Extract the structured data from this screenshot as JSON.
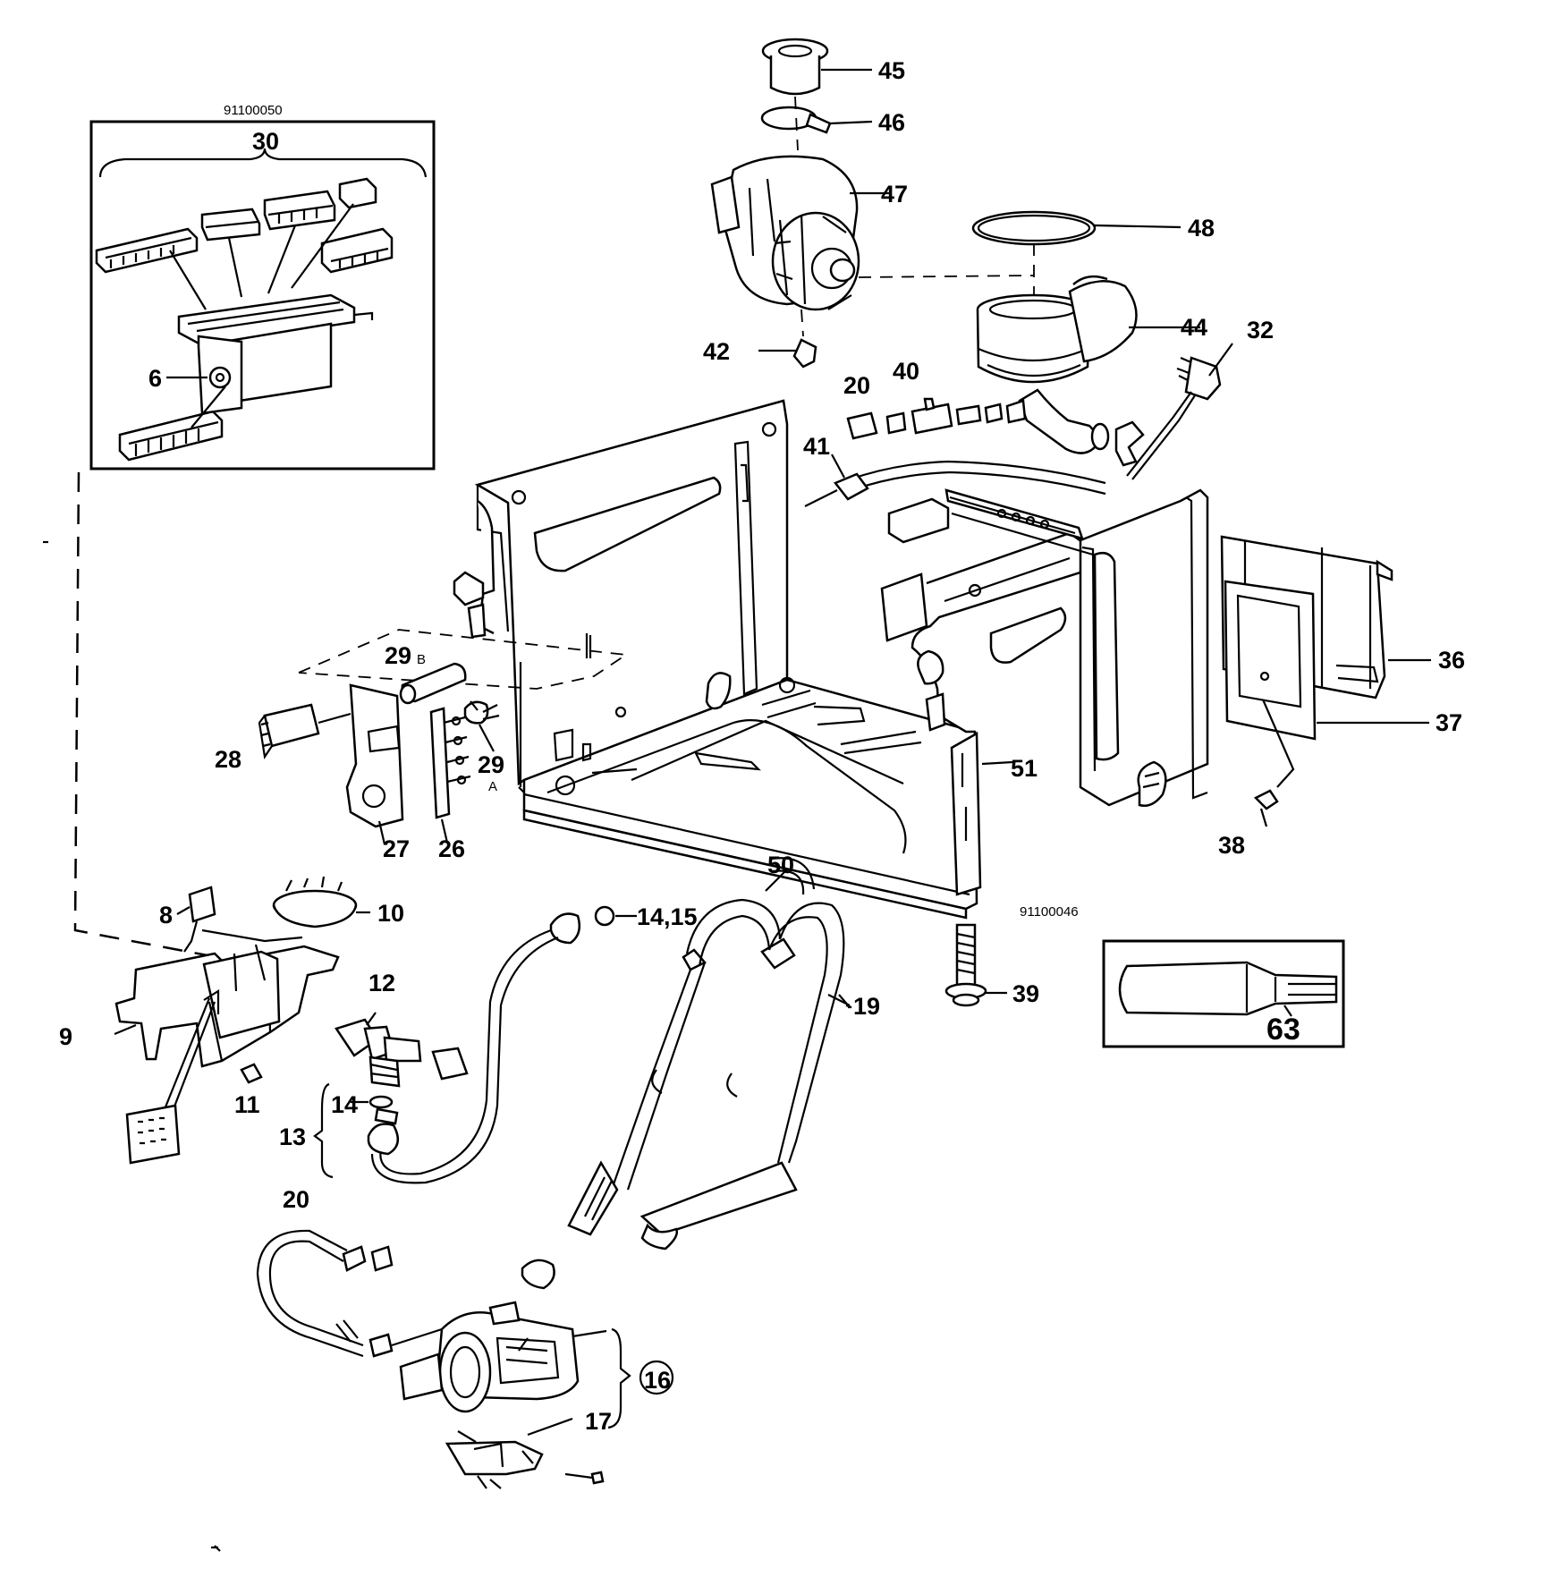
{
  "diagram": {
    "inset_ref": "91100050",
    "main_ref": "91100046",
    "labels": {
      "p6": "6",
      "p8": "8",
      "p9": "9",
      "p10": "10",
      "p11": "11",
      "p12": "12",
      "p13": "13",
      "p14": "14",
      "p14_15": "14,15",
      "p16": "16",
      "p17": "17",
      "p19": "19",
      "p20_top": "20",
      "p20_bottom": "20",
      "p26": "26",
      "p27": "27",
      "p28": "28",
      "p29a": "29",
      "p29a_sub": "A",
      "p29b": "29",
      "p29b_sub": "B",
      "p30": "30",
      "p32": "32",
      "p36": "36",
      "p37": "37",
      "p38": "38",
      "p39": "39",
      "p40": "40",
      "p41": "41",
      "p42": "42",
      "p44": "44",
      "p45": "45",
      "p46": "46",
      "p47": "47",
      "p48": "48",
      "p50": "50",
      "p51": "51",
      "p63": "63"
    }
  }
}
